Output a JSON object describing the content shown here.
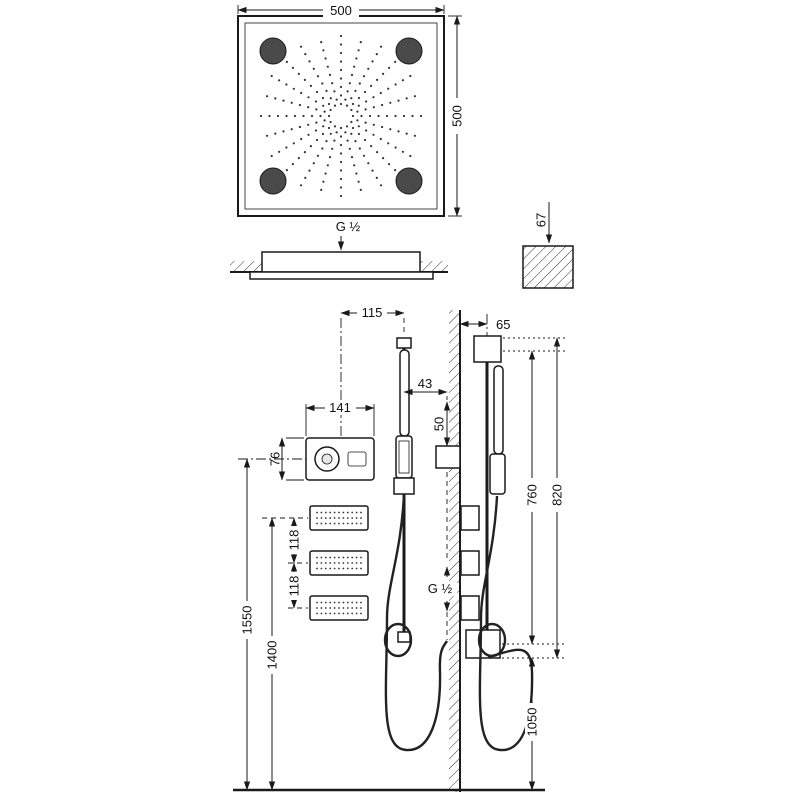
{
  "head_top_view": {
    "width": "500",
    "depth": "500"
  },
  "head_side_view": {
    "connection": "G ½",
    "ceiling_offset": "67"
  },
  "front_view": {
    "rail_offset": "115",
    "mixer_width": "141",
    "mixer_height": "76",
    "outlet_offset": "43",
    "outlet_drop": "50",
    "jet_spacing_upper": "118",
    "jet_spacing_lower": "118",
    "outlet_connection": "G ½",
    "mixer_height_floor": "1550",
    "jet_height_floor": "1400"
  },
  "side_view": {
    "wall_offset": "65",
    "rail_length": "760",
    "column_height": "820",
    "outlet_height_floor": "1050"
  }
}
